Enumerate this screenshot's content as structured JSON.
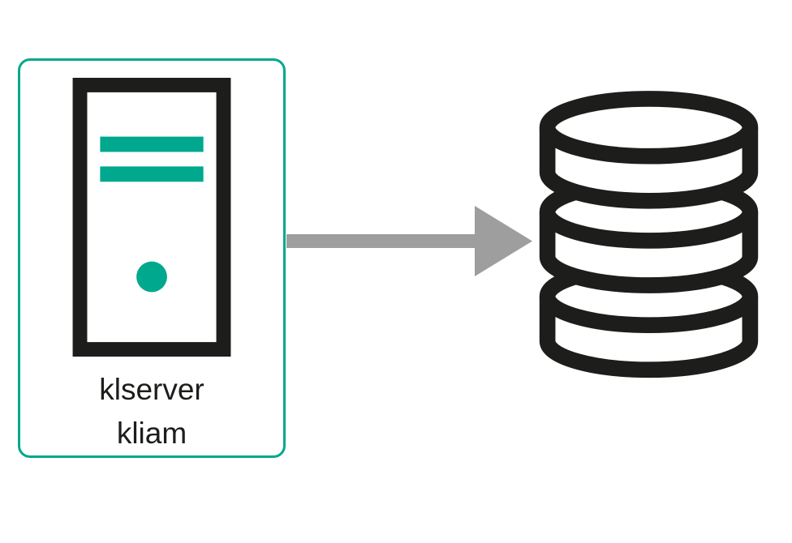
{
  "colors": {
    "teal": "#00A88E",
    "ink": "#1D1D1B",
    "arrow_gray": "#9E9E9E",
    "background": "#FFFFFF"
  },
  "server_node": {
    "icon": "server-tower-icon",
    "label_line1": "klserver",
    "label_line2": "kliam"
  },
  "arrow": {
    "icon": "arrow-right-icon",
    "direction": "right"
  },
  "database_node": {
    "icon": "database-stack-icon",
    "disk_count": 3
  }
}
